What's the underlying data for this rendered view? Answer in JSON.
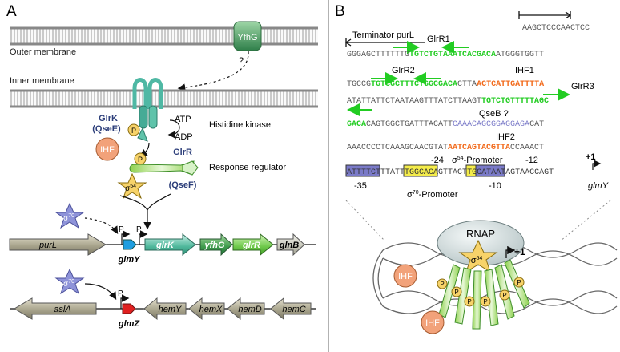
{
  "panel_a": {
    "label": "A",
    "outer_membrane_label": "Outer membrane",
    "inner_membrane_label": "Inner membrane",
    "yfhg_label": "YfhG",
    "question_mark": "?",
    "glrk_label": "GlrK",
    "glrk_alt_label": "(QseE)",
    "atp_label": "ATP",
    "adp_label": "ADP",
    "histidine_kinase_label": "Histidine kinase",
    "phospho_label": "P",
    "ihf_label": "IHF",
    "sigma_symbol": "σ",
    "sigma54_sup": "54",
    "sigma70_sup": "70",
    "glrr_label": "GlrR",
    "glrr_alt_label": "(QseF)",
    "response_regulator_label": "Response regulator",
    "promoter_p_label": "P",
    "operon1_genes": [
      "purL",
      "glrK",
      "yfhG",
      "glrR",
      "glnB"
    ],
    "glmy_label": "glmY",
    "operon2_genes": [
      "aslA",
      "hemY",
      "hemX",
      "hemD",
      "hemC"
    ],
    "glmz_label": "glmZ"
  },
  "panel_b": {
    "label": "B",
    "terminator_label": "Terminator purL",
    "top_seq": "AAGCTCCCAACTCC",
    "seq_line1": {
      "plain1": "GGGAGCTTTTTTG",
      "green": "TGTCTGTAAATCACGACA",
      "plain2": "ATGGGTGGTT"
    },
    "seq_line2": {
      "plain1": "TGCCG",
      "green": "TGTCGCTTTCTGGCGACA",
      "plain2": "CTTA",
      "orange": "ACTCATTGATTTTA"
    },
    "seq_line3": {
      "plain1": "ATATTATTCTAATAAGTTTATCTTAAGT",
      "green": "TGTCTGTTTTTAGC"
    },
    "seq_line4": {
      "green": "GACA",
      "plain1": "CAGTGGCTGATTTACATT",
      "blue": "CAAACAGCGGAGGAGA",
      "plain2": "CAT"
    },
    "seq_line5": {
      "plain1": "AAACCCCTCAAAGCAACGTAT",
      "orange": "AATCAGTACGTTA",
      "plain2": "CCAAACT"
    },
    "seq_line6": {
      "box1": "ATTTTCT",
      "plain1": "TTATT",
      "box2": "TGGCACA",
      "plain2": "GTTACT",
      "box3": "TG",
      "box4": "CATAAT",
      "plain3": "AGTAACCAGT"
    },
    "glrr1_label": "GlrR1",
    "glrr2_label": "GlrR2",
    "glrr3_label": "GlrR3",
    "ihf1_label": "IHF1",
    "ihf2_label": "IHF2",
    "qseb_label": "QseB ?",
    "minus24_label": "-24",
    "minus12_label": "-12",
    "sigma54_promoter_label": "-Promoter",
    "plus1_label": "+1",
    "minus35_label": "-35",
    "minus10_label": "-10",
    "sigma70_promoter_label": "-Promoter",
    "glmy_label": "glmY",
    "rnap_label": "RNAP",
    "ihf_label": "IHF",
    "phospho_label": "P",
    "sigma_symbol": "σ",
    "sigma54_sup": "54",
    "plus1_bottom_label": "+1"
  },
  "colors": {
    "membrane_gray": "#b8b8b8",
    "green_box": "#22cc22",
    "orange_box": "#f26a1b",
    "blue_box": "#7a7ac8",
    "yellow_box": "#f4ec4a",
    "sigma_star": "#f7d36a",
    "sigma70_star": "#8e93d9",
    "ihf_circle": "#f2a27a",
    "gene_brown": "#a29e86"
  }
}
